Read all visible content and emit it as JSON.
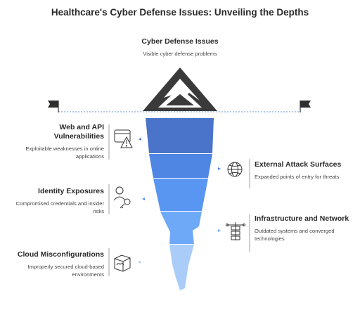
{
  "title": "Healthcare's Cyber Defense Issues: Unveiling the Depths",
  "top": {
    "heading": "Cyber Defense Issues",
    "description": "Visible cyber defense problems"
  },
  "left_items": [
    {
      "heading": "Web and API Vulnerabilities",
      "description": "Exploitable weaknesses in online applications",
      "icon": "browser-warning-icon"
    },
    {
      "heading": "Identity Exposures",
      "description": "Compromised credentials and insider risks",
      "icon": "user-key-icon"
    },
    {
      "heading": "Cloud Misconfigurations",
      "description": "Improperly secured cloud-based environments",
      "icon": "cloud-box-icon"
    }
  ],
  "right_items": [
    {
      "heading": "External Attack Surfaces",
      "description": "Expanded points of entry for threats",
      "icon": "globe-icon"
    },
    {
      "heading": "Infrastructure and Network",
      "description": "Outdated systems and converged technologies",
      "icon": "network-icon"
    }
  ],
  "colors": {
    "band1": "#4a74c9",
    "band2": "#4f86e3",
    "band3": "#5996f2",
    "band4": "#6ea9f7",
    "band5": "#a9cdf8",
    "accent": "#4f86e3",
    "dark": "#333333"
  }
}
